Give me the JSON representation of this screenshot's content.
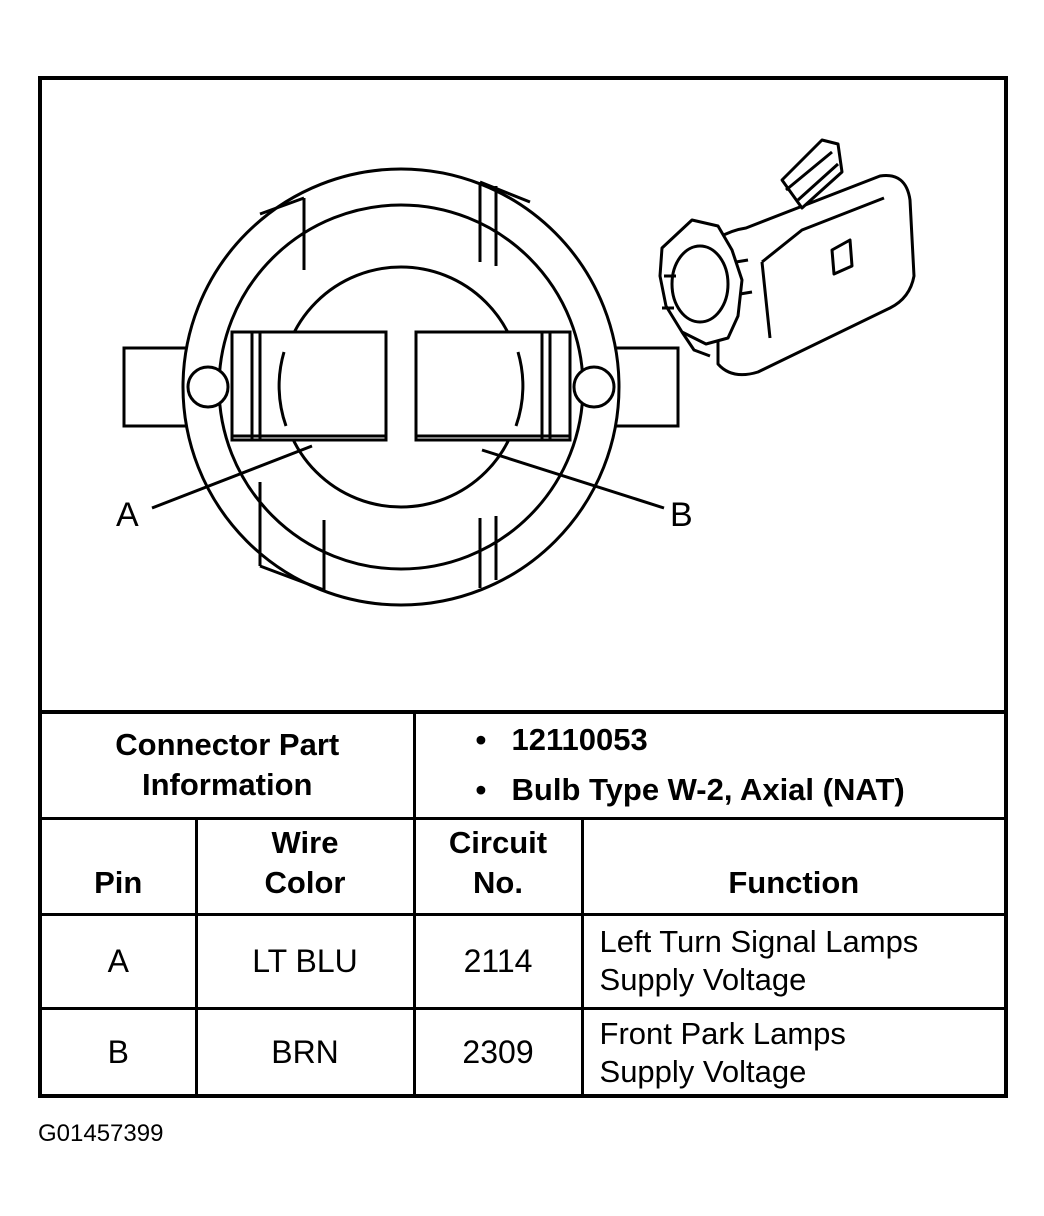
{
  "diagram": {
    "pin_label_a": "A",
    "pin_label_b": "B"
  },
  "connector_info": {
    "label_line1": "Connector Part",
    "label_line2": "Information",
    "items": [
      "12110053",
      "Bulb Type W-2, Axial (NAT)"
    ]
  },
  "table": {
    "headers": {
      "pin": "Pin",
      "wire_color_line1": "Wire",
      "wire_color_line2": "Color",
      "circuit_line1": "Circuit",
      "circuit_line2": "No.",
      "function": "Function"
    },
    "rows": [
      {
        "pin": "A",
        "wire_color": "LT BLU",
        "circuit": "2114",
        "function_line1": "Left Turn Signal Lamps",
        "function_line2": "Supply Voltage"
      },
      {
        "pin": "B",
        "wire_color": "BRN",
        "circuit": "2309",
        "function_line1": "Front Park Lamps",
        "function_line2": "Supply Voltage"
      }
    ]
  },
  "figure_id": "G01457399"
}
